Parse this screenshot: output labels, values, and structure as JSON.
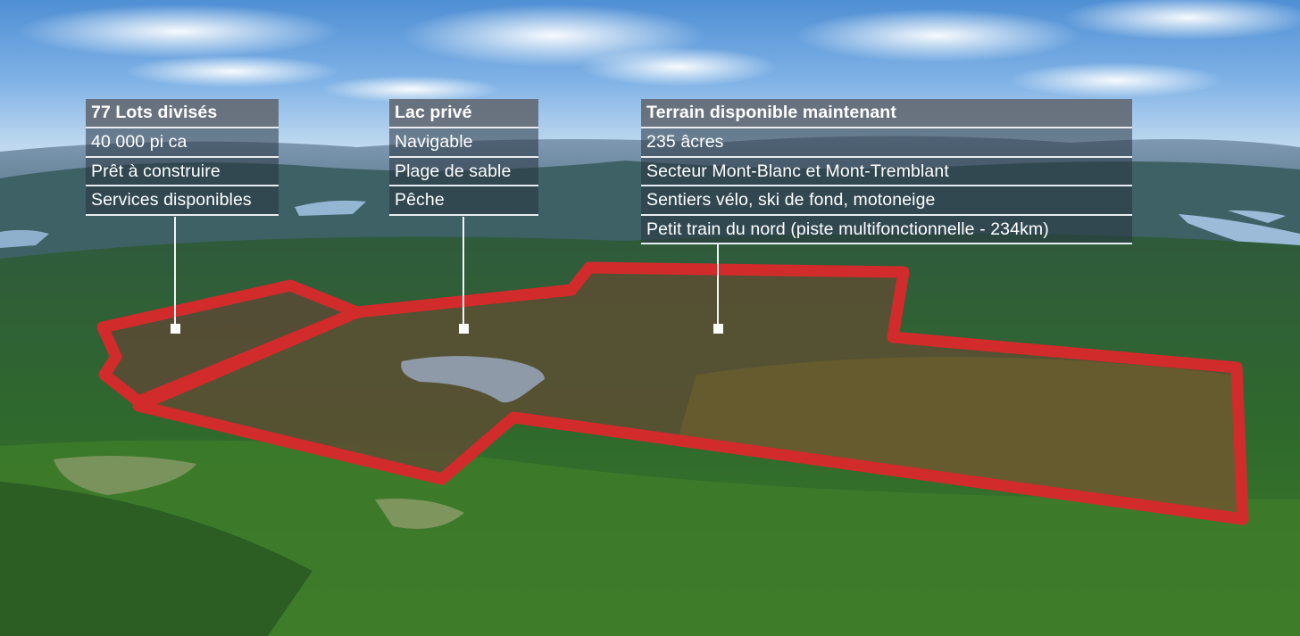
{
  "image": {
    "description": "Aerial photo of forested Laurentian hills with lakes, outlined land parcel in red, and three text callouts",
    "outline_color": "#d22b2b",
    "callout_bg": "#5f646c",
    "callout_text_color": "#ffffff"
  },
  "callouts": [
    {
      "title": "77 Lots divisés",
      "items": [
        "40 000 pi ca",
        "Prêt à construire",
        "Services disponibles"
      ]
    },
    {
      "title": "Lac privé",
      "items": [
        "Navigable",
        "Plage de sable",
        "Pêche"
      ]
    },
    {
      "title": "Terrain disponible maintenant",
      "items": [
        "235 âcres",
        "Secteur Mont-Blanc et Mont-Tremblant",
        "Sentiers vélo, ski de fond, motoneige",
        "Petit train du nord (piste multifonctionnelle -  234km)"
      ]
    }
  ]
}
